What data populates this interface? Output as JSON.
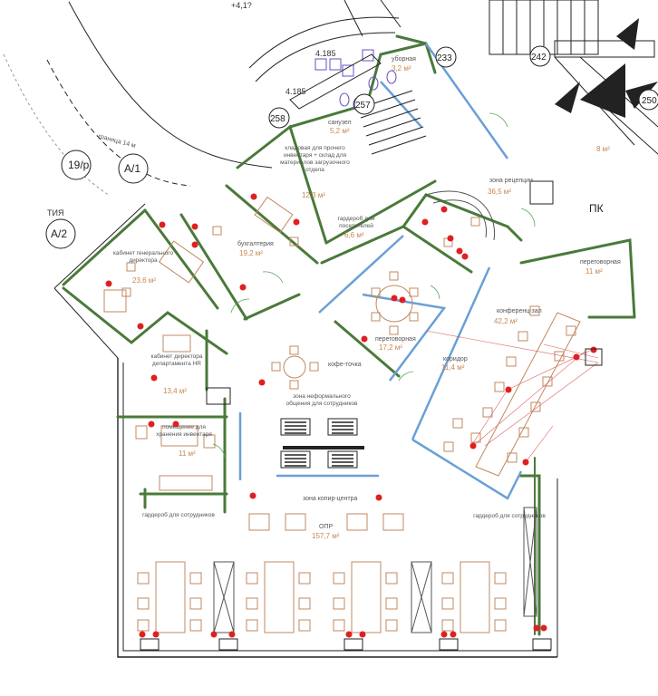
{
  "header": {
    "top_mark": "+4,1?"
  },
  "grid_labels": {
    "axis_19p": "19/р",
    "axis_a1": "А/1",
    "axis_a2": "А/2",
    "tia": "ТИЯ",
    "pk": "ПК",
    "granica": "граница 14 м"
  },
  "level_marks": {
    "l1": "4.185",
    "l2": "4.185"
  },
  "circle_numbers": {
    "n233": "233",
    "n242": "242",
    "n258": "258",
    "n257": "257",
    "n250": "250"
  },
  "rooms": {
    "uborka": {
      "label": "уборная",
      "area": "3,2 м²"
    },
    "sanuzel": {
      "label": "санузел",
      "area": "5,2 м²"
    },
    "kladovaya": {
      "label": "кладовая для прочего инвентаря + склад для материалов загрузочного отдела",
      "area": "12,3 м²"
    },
    "zona_recepcii": {
      "label": "зона рецепции",
      "area": "36,5 м²"
    },
    "garderob_posetiteley": {
      "label": "гардероб для посетителей",
      "area": "6,6 м²"
    },
    "buhgalteriya": {
      "label": "бухгалтерия",
      "area": "19,2 м²"
    },
    "kabinet_gendir": {
      "label": "кабинет генерального директора",
      "area": "23,6 м²"
    },
    "peregovornaya_small": {
      "label": "переговорная",
      "area": "11 м²"
    },
    "konferenc_zal": {
      "label": "конференц-зал",
      "area": "42,2 м²"
    },
    "peregovornaya": {
      "label": "переговорная",
      "area": "17,2 м²"
    },
    "koridor": {
      "label": "коридор",
      "area": "11,4 м²"
    },
    "kabinet_hr": {
      "label": "кабинет директора департамента HR",
      "area": "13,4 м²"
    },
    "pomeshenie_hr": {
      "label": "помещение для хранения инвентаря",
      "area": "11 м²"
    },
    "zona_neform": {
      "label": "зона неформального общения для сотрудников",
      "area": ""
    },
    "coffee": {
      "label": "кофе-точка",
      "area": ""
    },
    "zona_kopiy": {
      "label": "зона копир-центра",
      "area": ""
    },
    "garderob_sotr": {
      "label": "гардероб для сотрудников",
      "area": ""
    },
    "open_space": {
      "label": "ОПР",
      "area": "157,7 м²"
    },
    "garderob_staff": {
      "label": "гардероб для сотрудников",
      "area": ""
    },
    "room_8": {
      "label": "",
      "area": "8 м²"
    }
  },
  "colors": {
    "wall": "#4a7a3a",
    "glass": "#6aa0d6",
    "socket": "#e02020",
    "area_text": "#c8864f",
    "furniture": "#c08860",
    "line": "#222222"
  }
}
